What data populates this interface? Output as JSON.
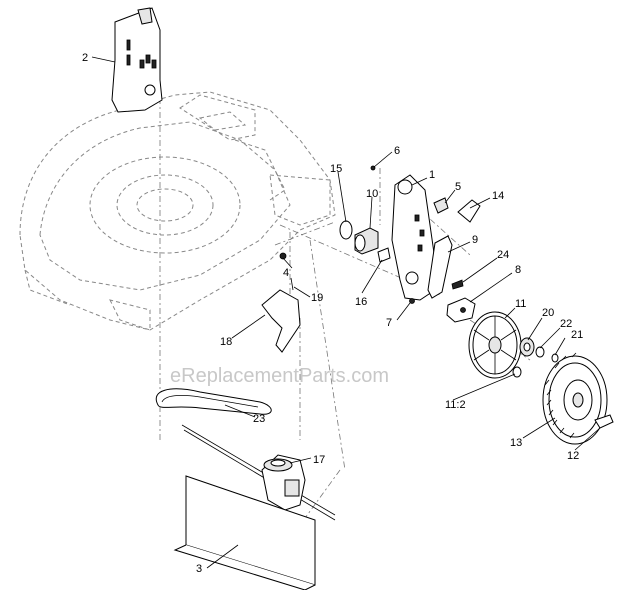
{
  "watermark": "eReplacementParts.com",
  "callouts": {
    "c1": "1",
    "c2": "2",
    "c3": "3",
    "c4": "4",
    "c5": "5",
    "c6": "6",
    "c7": "7",
    "c8": "8",
    "c9": "9",
    "c10": "10",
    "c11": "11",
    "c11_2": "11:2",
    "c12": "12",
    "c13": "13",
    "c14": "14",
    "c15": "15",
    "c16": "16",
    "c17": "17",
    "c18": "18",
    "c19": "19",
    "c20": "20",
    "c21": "21",
    "c22": "22",
    "c23": "23",
    "c24": "24"
  }
}
